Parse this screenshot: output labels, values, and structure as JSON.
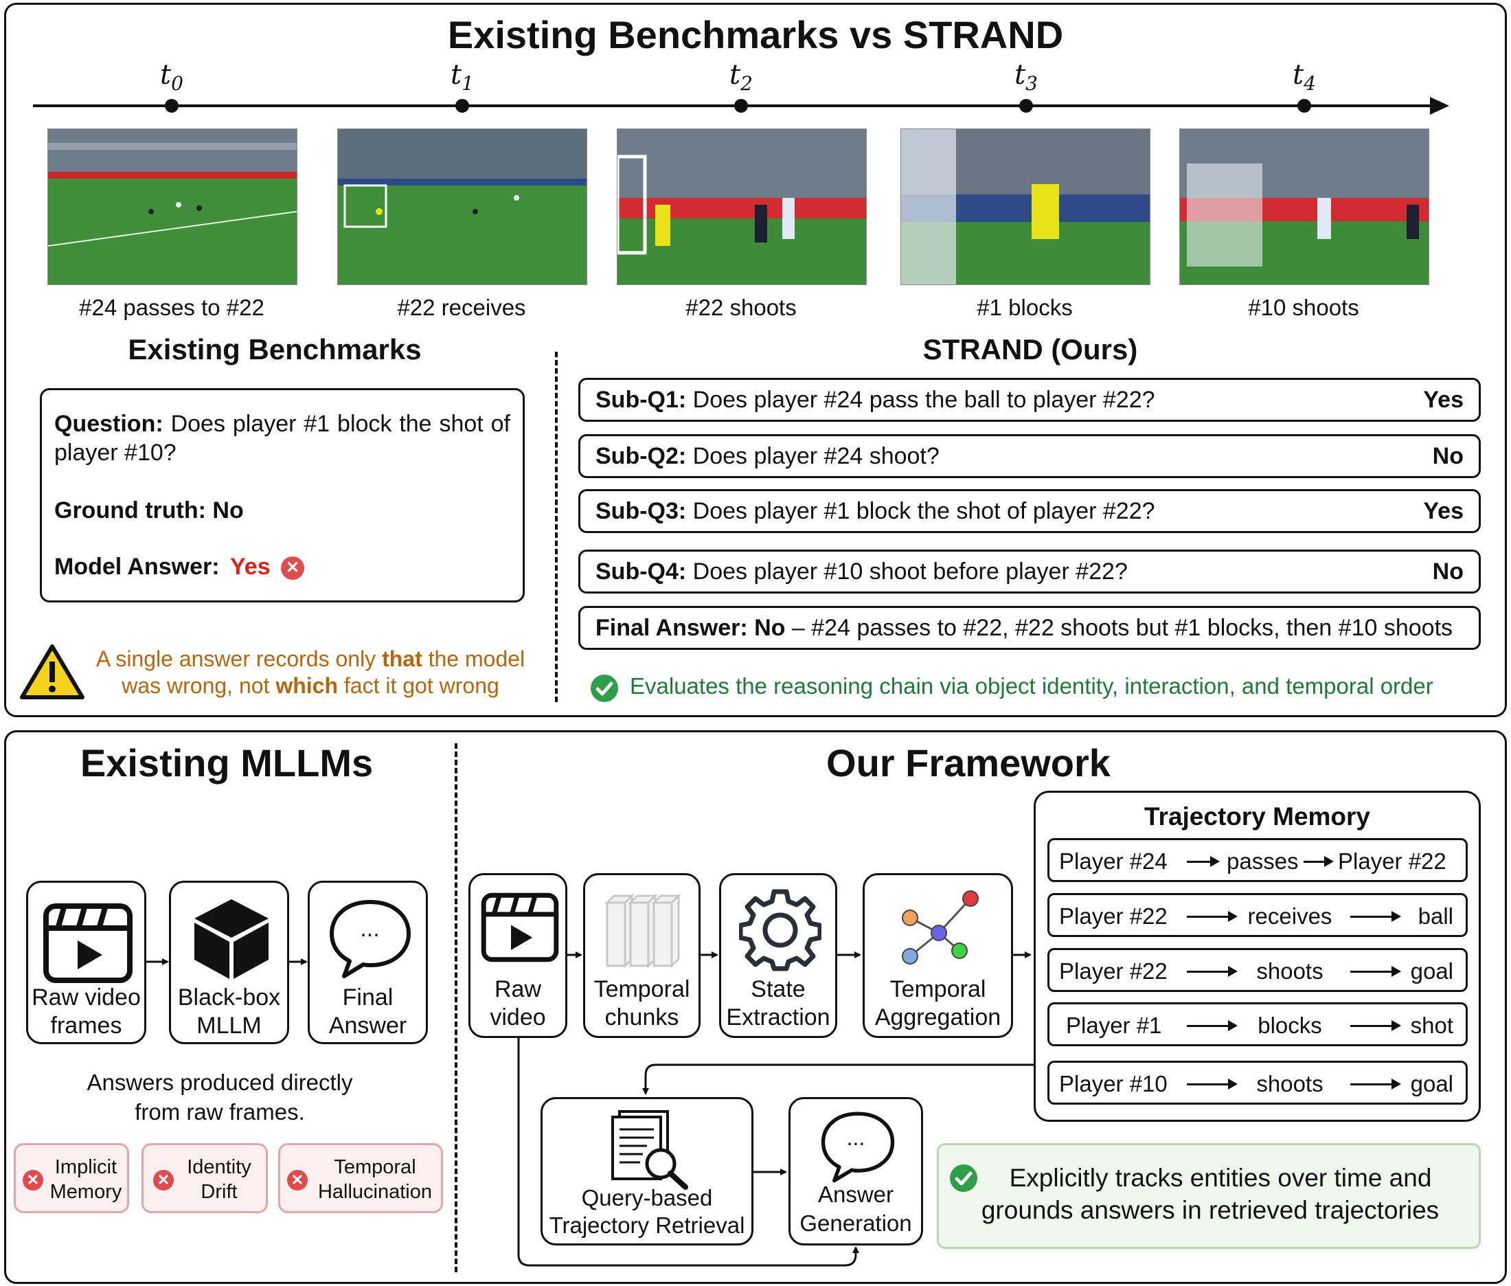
{
  "top": {
    "title": "Existing Benchmarks vs STRAND",
    "timeline": [
      {
        "t": "t",
        "sub": "0",
        "caption": "#24 passes to #22"
      },
      {
        "t": "t",
        "sub": "1",
        "caption": "#22 receives"
      },
      {
        "t": "t",
        "sub": "2",
        "caption": "#22 shoots"
      },
      {
        "t": "t",
        "sub": "3",
        "caption": "#1 blocks"
      },
      {
        "t": "t",
        "sub": "4",
        "caption": "#10 shoots"
      }
    ],
    "left": {
      "heading": "Existing Benchmarks",
      "question_label": "Question:",
      "question_text": " Does player #1 block the shot of player #10?",
      "gt_label": "Ground truth:",
      "gt_value": " No",
      "model_label": "Model Answer:",
      "model_value": "Yes",
      "warning_a": "A single answer records only ",
      "warning_b": "that",
      "warning_c": " the model",
      "warning_d": "was wrong, not ",
      "warning_e": "which",
      "warning_f": " fact it got wrong",
      "warn_color": "#b8660b"
    },
    "right": {
      "heading": "STRAND (Ours)",
      "subqs": [
        {
          "label": "Sub-Q1:",
          "text": " Does player #24 pass the ball to player #22?",
          "answer": "Yes"
        },
        {
          "label": "Sub-Q2:",
          "text": " Does player #24 shoot?",
          "answer": "No"
        },
        {
          "label": "Sub-Q3:",
          "text": " Does player #1 block the shot of player #22?",
          "answer": "Yes"
        },
        {
          "label": "Sub-Q4:",
          "text": " Does player #10 shoot before player #22?",
          "answer": "No"
        }
      ],
      "final_label": "Final Answer: No",
      "final_text": " – #24 passes to #22, #22 shoots but #1 blocks, then #10 shoots",
      "evaluates": "Evaluates the reasoning chain via object identity, interaction, and temporal order",
      "ok_color": "#1f7a35"
    }
  },
  "bottom": {
    "left": {
      "heading": "Existing MLLMs",
      "boxes": [
        {
          "l1": "Raw video",
          "l2": "frames"
        },
        {
          "l1": "Black-box",
          "l2": "MLLM"
        },
        {
          "l1": "Final",
          "l2": "Answer"
        }
      ],
      "note_l1": "Answers produced directly",
      "note_l2": "from raw frames.",
      "tags": [
        {
          "l1": "Implicit",
          "l2": "Memory"
        },
        {
          "l1": "Identity",
          "l2": "Drift"
        },
        {
          "l1": "Temporal",
          "l2": "Hallucination"
        }
      ],
      "bubble_dots": "..."
    },
    "right": {
      "heading": "Our Framework",
      "pipeline": [
        {
          "l1": "Raw",
          "l2": "video"
        },
        {
          "l1": "Temporal",
          "l2": "chunks"
        },
        {
          "l1": "State",
          "l2": "Extraction"
        },
        {
          "l1": "Temporal",
          "l2": "Aggregation"
        }
      ],
      "memory": {
        "title": "Trajectory Memory",
        "rows": [
          {
            "subj": "Player #24",
            "verb": "passes",
            "obj": "Player #22"
          },
          {
            "subj": "Player #22",
            "verb": "receives",
            "obj": "ball"
          },
          {
            "subj": "Player #22",
            "verb": "shoots",
            "obj": "goal"
          },
          {
            "subj": "Player #1",
            "verb": "blocks",
            "obj": "shot"
          },
          {
            "subj": "Player #10",
            "verb": "shoots",
            "obj": "goal"
          }
        ]
      },
      "retrieval": {
        "l1": "Query-based",
        "l2": "Trajectory Retrieval"
      },
      "answer": {
        "l1": "Answer",
        "l2": "Generation"
      },
      "bubble_dots": "...",
      "summary_l1": "Explicitly tracks entities over time and",
      "summary_l2": "grounds answers in retrieved trajectories"
    }
  }
}
